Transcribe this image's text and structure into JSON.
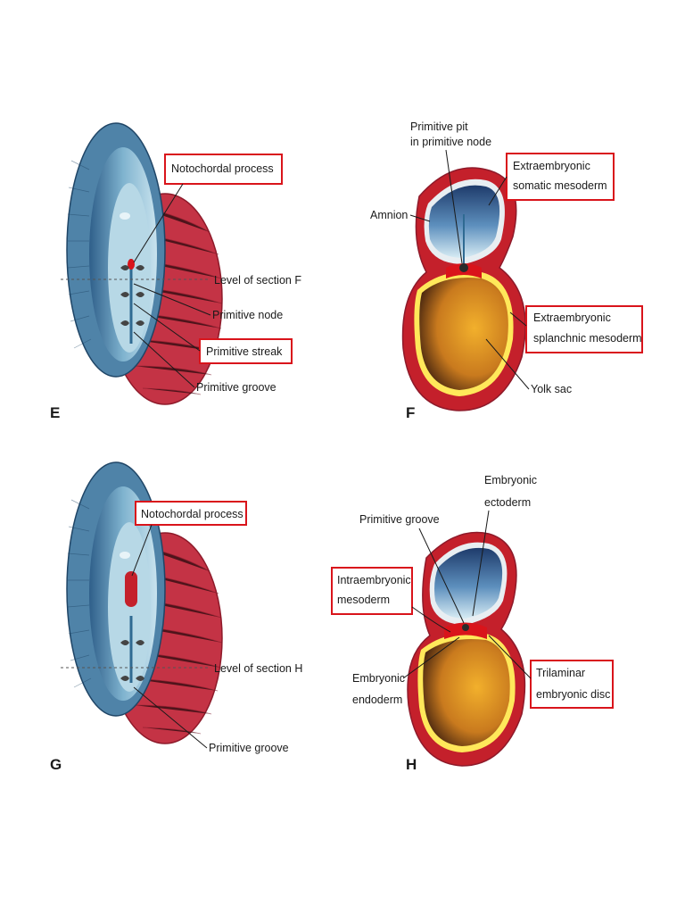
{
  "panels": {
    "E": {
      "letter": "E",
      "labels": {
        "notochordal": "Notochordal process",
        "level": "Level of section F",
        "node": "Primitive node",
        "streak": "Primitive streak",
        "groove": "Primitive groove"
      }
    },
    "F": {
      "letter": "F",
      "labels": {
        "pit_1": "Primitive pit",
        "pit_2": "in primitive node",
        "amnion": "Amnion",
        "somatic_1": "Extraembryonic",
        "somatic_2": "somatic mesoderm",
        "splanch_1": "Extraembryonic",
        "splanch_2": "splanchnic mesoderm",
        "yolk": "Yolk sac"
      }
    },
    "G": {
      "letter": "G",
      "labels": {
        "notochordal": "Notochordal process",
        "level": "Level of section H",
        "groove": "Primitive groove"
      }
    },
    "H": {
      "letter": "H",
      "labels": {
        "ecto_1": "Embryonic",
        "ecto_2": "ectoderm",
        "groove": "Primitive groove",
        "intra_1": "Intraembryonic",
        "intra_2": "mesoderm",
        "endo_1": "Embryonic",
        "endo_2": "endoderm",
        "tri_1": "Trilaminar",
        "tri_2": "embryonic disc"
      }
    }
  }
}
